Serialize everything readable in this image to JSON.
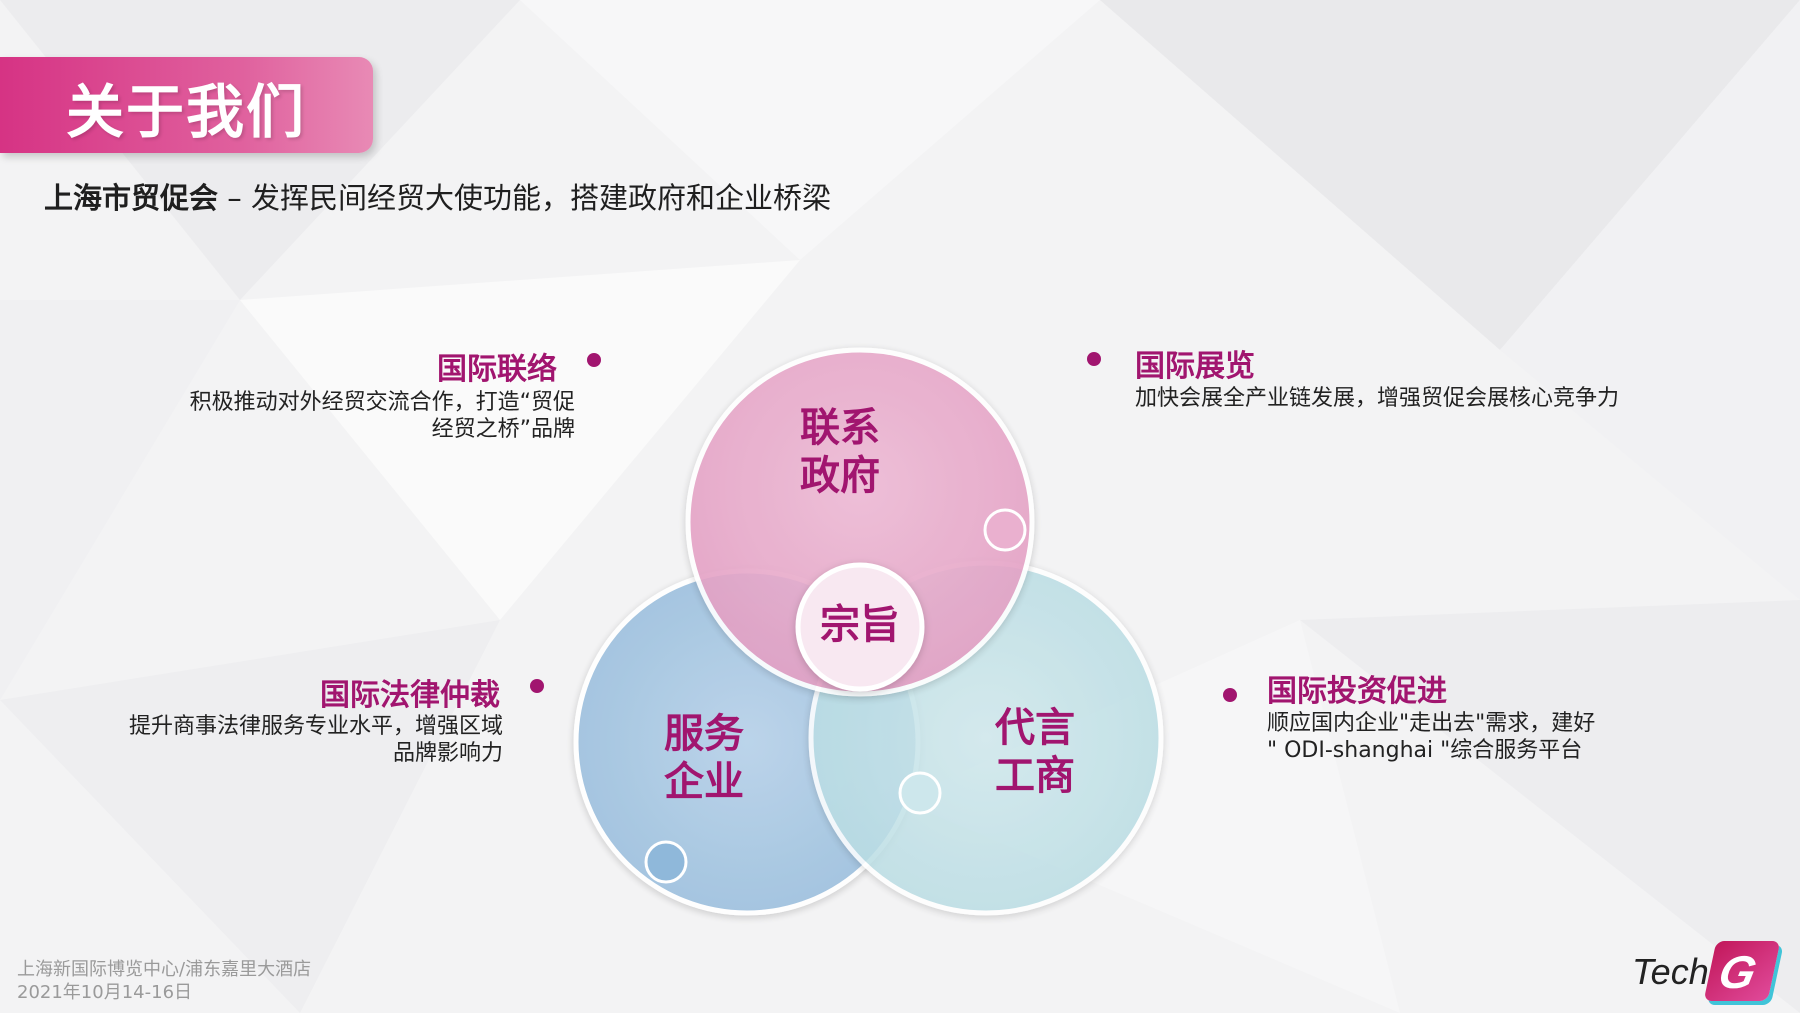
{
  "header": {
    "title": "关于我们",
    "subtitle_org": "上海市贸促会",
    "subtitle_rest": " – 发挥民间经贸大使功能，搭建政府和企业桥梁"
  },
  "venn": {
    "center_label": "宗旨",
    "circles": [
      {
        "label_line1": "联系",
        "label_line2": "政府"
      },
      {
        "label_line1": "服务",
        "label_line2": "企业"
      },
      {
        "label_line1": "代言",
        "label_line2": "工商"
      }
    ]
  },
  "points": [
    {
      "title": "国际联络",
      "desc_line1": "积极推动对外经贸交流合作，打造“贸促",
      "desc_line2": "经贸之桥”品牌"
    },
    {
      "title": "国际展览",
      "desc_line1": "加快会展全产业链发展，增强贸促会展核心竞争力",
      "desc_line2": ""
    },
    {
      "title": "国际法律仲裁",
      "desc_line1": "提升商事法律服务专业水平，增强区域",
      "desc_line2": "品牌影响力"
    },
    {
      "title": "国际投资促进",
      "desc_line1": "顺应国内企业\"走出去\"需求，建好",
      "desc_line2": "\" ODI-shanghai \"综合服务平台"
    }
  ],
  "footer": {
    "venue": "上海新国际博览中心/浦东嘉里大酒店",
    "date": "2021年10月14-16日"
  },
  "logo": {
    "text": "Tech",
    "mark": "G"
  },
  "colors": {
    "accent": "#a1156f",
    "title_tab": "#d63384",
    "circle_pink": "#e8a9cb",
    "circle_blue": "#a9c8e2",
    "circle_teal": "#bfe0e6"
  }
}
